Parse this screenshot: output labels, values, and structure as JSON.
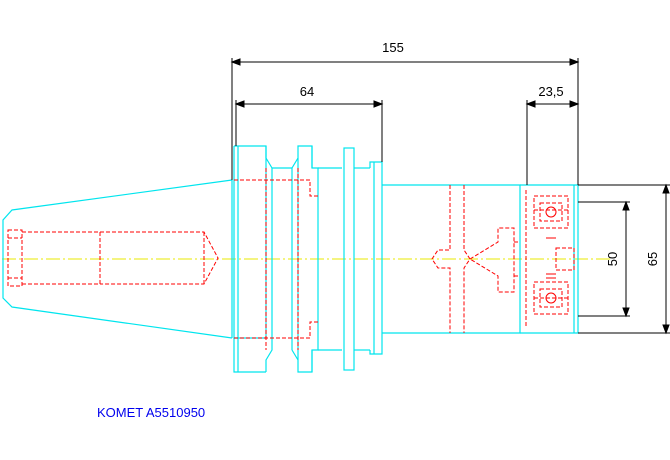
{
  "drawing": {
    "dimensions": {
      "overall_length": "155",
      "flange_length": "64",
      "head_length": "23,5",
      "inner_diameter": "50",
      "outer_diameter": "65"
    },
    "caption": "KOMET A5510950"
  },
  "colors": {
    "outline": "#00e5ee",
    "hidden": "#ff0000",
    "centerline": "#e8e800",
    "dimension": "#000000",
    "caption": "#0000ee",
    "background": "#ffffff"
  }
}
